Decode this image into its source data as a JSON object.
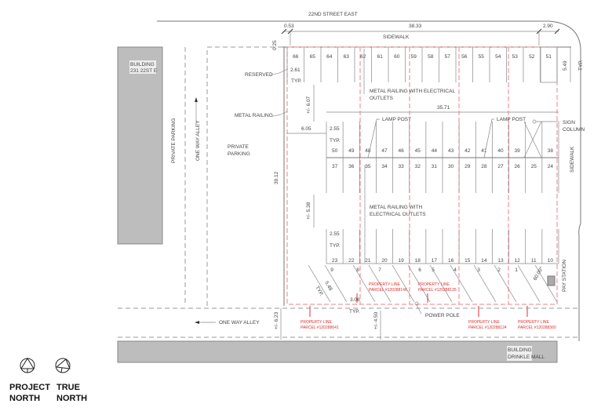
{
  "street": "22ND STREET EAST",
  "dims": {
    "d053": "0.53",
    "d3833": "38.33",
    "d290": "2.90",
    "d025": "0.25",
    "d261": "2.61",
    "typ": "TYP.",
    "d607": "+/- 6.07",
    "d605": "6.05",
    "d3571": "35.71",
    "d255a": "2.55",
    "d255b": "2.55",
    "d3912": "39.12",
    "d538": "+/- 5.38",
    "d549": "5.49",
    "d548": "5.48",
    "d306": "3.06",
    "d623": "+/- 6.23",
    "d450": "+/- 4.50",
    "angle": "60.00°"
  },
  "labels": {
    "sidewalk_top": "SIDEWALK",
    "sidewalk_right": "SIDEWALK",
    "reserved": "RESERVED",
    "metal_railing": "METAL RAILING",
    "railing_outlets_1a": "METAL RAILING WITH ELECTRICAL",
    "railing_outlets_1b": "OUTLETS",
    "railing_outlets_2a": "METAL RAILING WITH",
    "railing_outlets_2b": "ELECTRICAL OUTLETS",
    "lamp_post_1": "LAMP POST",
    "lamp_post_2": "LAMP POST",
    "sign_a": "SIGN",
    "sign_b": "COLUMN",
    "private_parking_a": "PRIVATE",
    "private_parking_b": "PARKING",
    "private_parking_v": "PRIVATE PARKING",
    "one_way_alley_v": "ONE WAY ALLEY",
    "one_way_alley_h": "ONE WAY ALLEY",
    "pay_station": "PAY STATION",
    "power_pole": "POWER POLE",
    "building_left_a": "BUILDING",
    "building_left_b": "231 22ST E",
    "building_bottom_a": "BUILDING",
    "building_bottom_b": "DRINKLE MALL",
    "project_north_a": "PROJECT",
    "project_north_b": "NORTH",
    "true_north_a": "TRUE",
    "true_north_b": "NORTH"
  },
  "property_lines": [
    {
      "a": "PROPERTY LINE",
      "b": "PARCEL #120288641"
    },
    {
      "a": "PROPERTY LINE",
      "b": "PARCEL #120288146"
    },
    {
      "a": "PROPERTY LINE",
      "b": "PARCEL #120288135"
    },
    {
      "a": "PROPERTY LINE",
      "b": "PARCEL #120288124"
    },
    {
      "a": "PROPERTY LINE",
      "b": "PARCEL #120288360"
    }
  ],
  "stalls": {
    "top_row": [
      "66",
      "65",
      "64",
      "63",
      "62",
      "61",
      "60",
      "59",
      "58",
      "57",
      "56",
      "55",
      "54",
      "53",
      "52",
      "51"
    ],
    "middle_upper": [
      "50",
      "49",
      "48",
      "47",
      "46",
      "45",
      "44",
      "43",
      "42",
      "41",
      "40",
      "39",
      "",
      "38"
    ],
    "middle_lower": [
      "37",
      "36",
      "35",
      "34",
      "33",
      "32",
      "31",
      "30",
      "29",
      "28",
      "27",
      "26",
      "25",
      "24"
    ],
    "bottom_row": [
      "23",
      "22",
      "21",
      "20",
      "19",
      "18",
      "17",
      "16",
      "15",
      "14",
      "13",
      "12",
      "11",
      "10"
    ],
    "angled": [
      "9",
      "8",
      "7",
      "6",
      "5",
      "4",
      "3",
      "2",
      "1"
    ]
  },
  "colors": {
    "property_line": "#e03030",
    "building": "#bdbdbd"
  }
}
